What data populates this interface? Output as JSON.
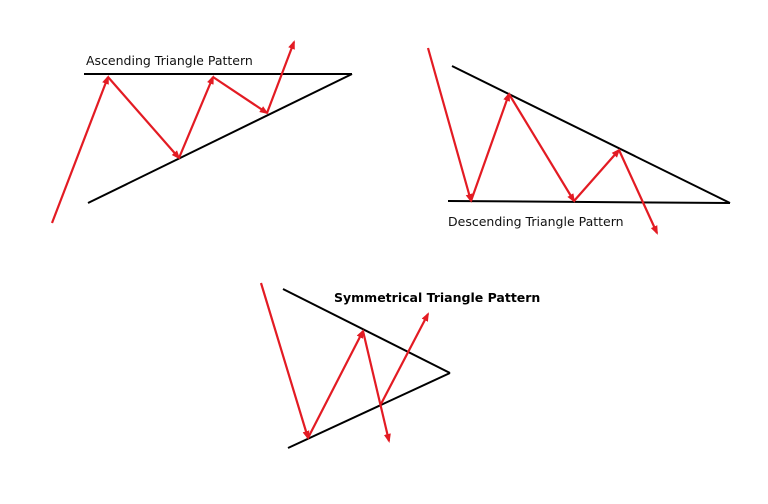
{
  "diagrams": [
    {
      "id": "ascending",
      "title": "Ascending Triangle Pattern"
    },
    {
      "id": "descending",
      "title": "Descending Triangle Pattern"
    },
    {
      "id": "symmetrical",
      "title": "Symmetrical Triangle Pattern"
    }
  ],
  "colors": {
    "trendline": "#000000",
    "price_path": "#e31b23",
    "background": "#ffffff"
  }
}
